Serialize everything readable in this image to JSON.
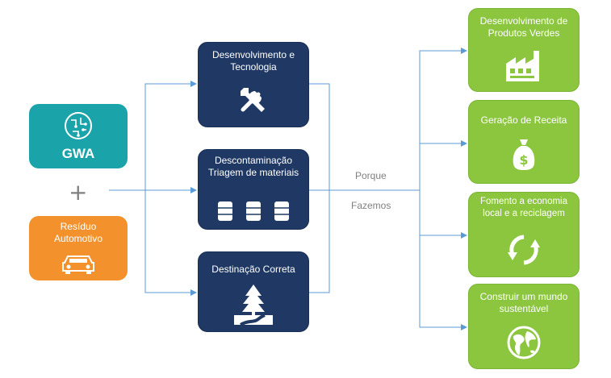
{
  "left": {
    "gwa_label": "GWA",
    "residue_label": "Resíduo Automotivo",
    "plus_symbol": "+"
  },
  "middle": [
    {
      "label": "Desenvolvimento e Tecnologia",
      "icon": "tools-icon"
    },
    {
      "label": "Descontaminação Triagem de materiais",
      "icon": "barrels-icon"
    },
    {
      "label": "Destinação Correta",
      "icon": "tree-road-icon"
    }
  ],
  "center_text": {
    "line1": "Porque",
    "line2": "Fazemos"
  },
  "right": [
    {
      "label": "Desenvolvimento de Produtos  Verdes",
      "icon": "factory-icon"
    },
    {
      "label": "Geração de Receita",
      "icon": "money-bag-icon"
    },
    {
      "label": "Fomento a economia local e a reciclagem",
      "icon": "recycle-arrows-icon"
    },
    {
      "label": "Construir um mundo sustentável",
      "icon": "globe-icon"
    }
  ],
  "colors": {
    "teal": "#1aa3a8",
    "orange": "#f3922c",
    "navy": "#1f3864",
    "green": "#8cc63f",
    "connector": "#5b9bd5"
  }
}
